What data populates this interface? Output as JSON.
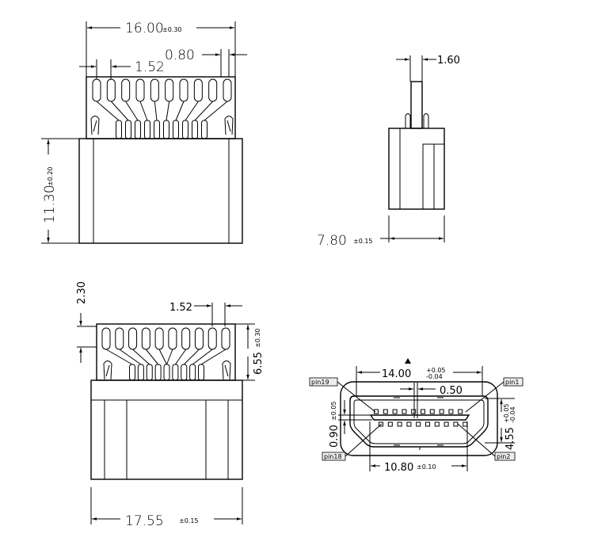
{
  "dimensions": {
    "top_width": {
      "value": "16.00",
      "tol": "±0.30"
    },
    "pad_pitch_top": {
      "value": "1.52"
    },
    "pad_width": {
      "value": "0.80"
    },
    "height": {
      "value": "11.30",
      "tol": "±0.20"
    },
    "pin_thickness": {
      "value": "1.60"
    },
    "depth": {
      "value": "7.80",
      "tol": "±0.15"
    },
    "pad_offset": {
      "value": "2.30"
    },
    "pad_pitch_bottom": {
      "value": "1.52"
    },
    "pcb_height": {
      "value": "6.55",
      "tol": "±0.30"
    },
    "body_width": {
      "value": "17.55",
      "tol": "±0.15"
    },
    "opening_width": {
      "value": "14.00",
      "tol_plus": "+0.05",
      "tol_minus": "-0.04"
    },
    "contact_pitch": {
      "value": "0.50"
    },
    "tongue_thickness": {
      "value": "0.90",
      "tol": "±0.05"
    },
    "opening_height": {
      "value": "4.55",
      "tol_plus": "+0.05",
      "tol_minus": "-0.04"
    },
    "tongue_width": {
      "value": "10.80",
      "tol": "±0.10"
    }
  },
  "pin_labels": {
    "pin19": "pin19",
    "pin1": "pin1",
    "pin18": "pin18",
    "pin2": "pin2"
  }
}
